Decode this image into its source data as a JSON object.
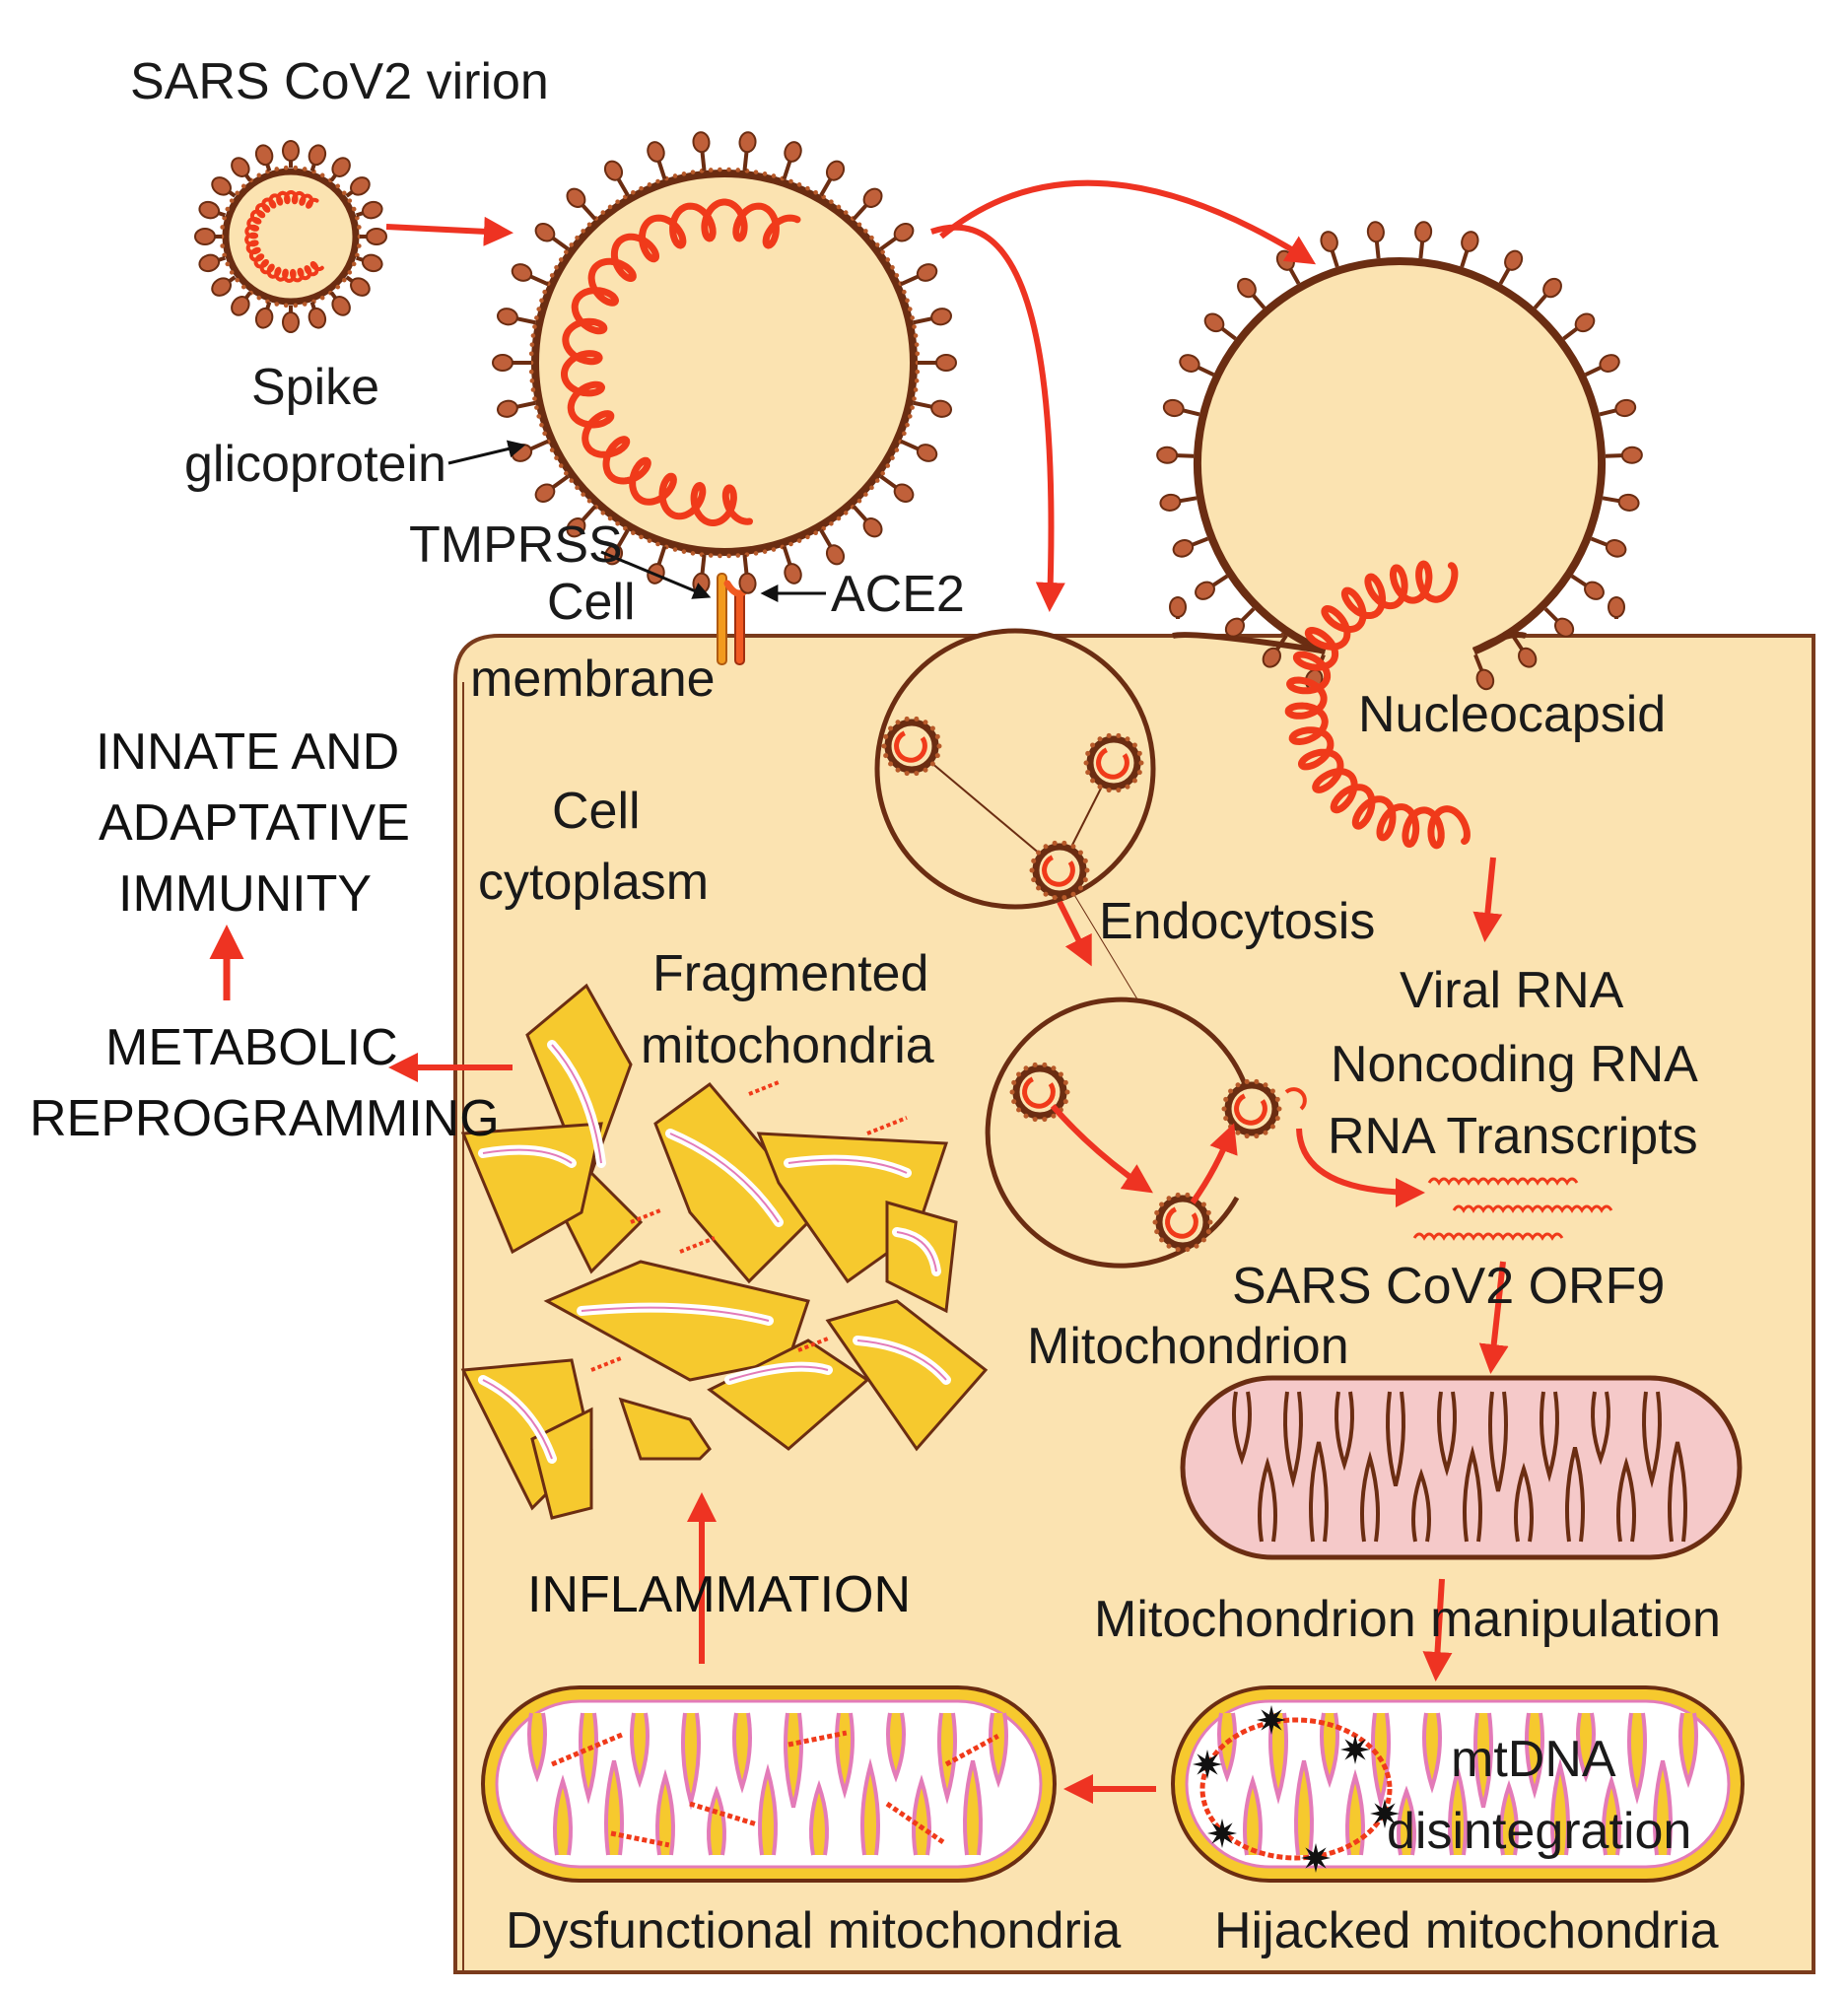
{
  "labels": {
    "virion": "SARS CoV2 virion",
    "spike_line1": "Spike",
    "spike_line2": "glicoprotein",
    "tmprss": "TMPRSS",
    "ace2": "ACE2",
    "membrane_line1": "Cell",
    "membrane_line2": "membrane",
    "cytoplasm_line1": "Cell",
    "cytoplasm_line2": "cytoplasm",
    "nucleocapsid": "Nucleocapsid",
    "endocytosis": "Endocytosis",
    "viral_rna": "Viral RNA",
    "noncoding_rna": "Noncoding RNA",
    "rna_transcripts": "RNA Transcripts",
    "orf9": "SARS CoV2  ORF9",
    "mitochondrion": "Mitochondrion",
    "mito_manipulation": "Mitochondrion  manipulation",
    "mtdna_line1": "mtDNA",
    "mtdna_line2": "disintegration",
    "hijacked": "Hijacked mitochondria",
    "dysfunctional": "Dysfunctional mitochondria",
    "inflammation": "INFLAMMATION",
    "fragmented_line1": "Fragmented",
    "fragmented_line2": "mitochondria",
    "metabolic_line1": "METABOLIC",
    "metabolic_line2": "REPROGRAMMING",
    "immunity_line1": "INNATE AND",
    "immunity_line2": "ADAPTATIVE",
    "immunity_line3": "IMMUNITY"
  },
  "colors": {
    "cell_fill": "#fbe3b1",
    "cell_stroke": "#7a3b1c",
    "virus_fill": "#fbe3b1",
    "envelope": "#6b2d12",
    "rna": "#f03a1a",
    "arrow": "#ee3322",
    "mito_fill": "#f5c9c9",
    "mito_yellow": "#f6c92e",
    "cristae_white": "#ffffff"
  }
}
